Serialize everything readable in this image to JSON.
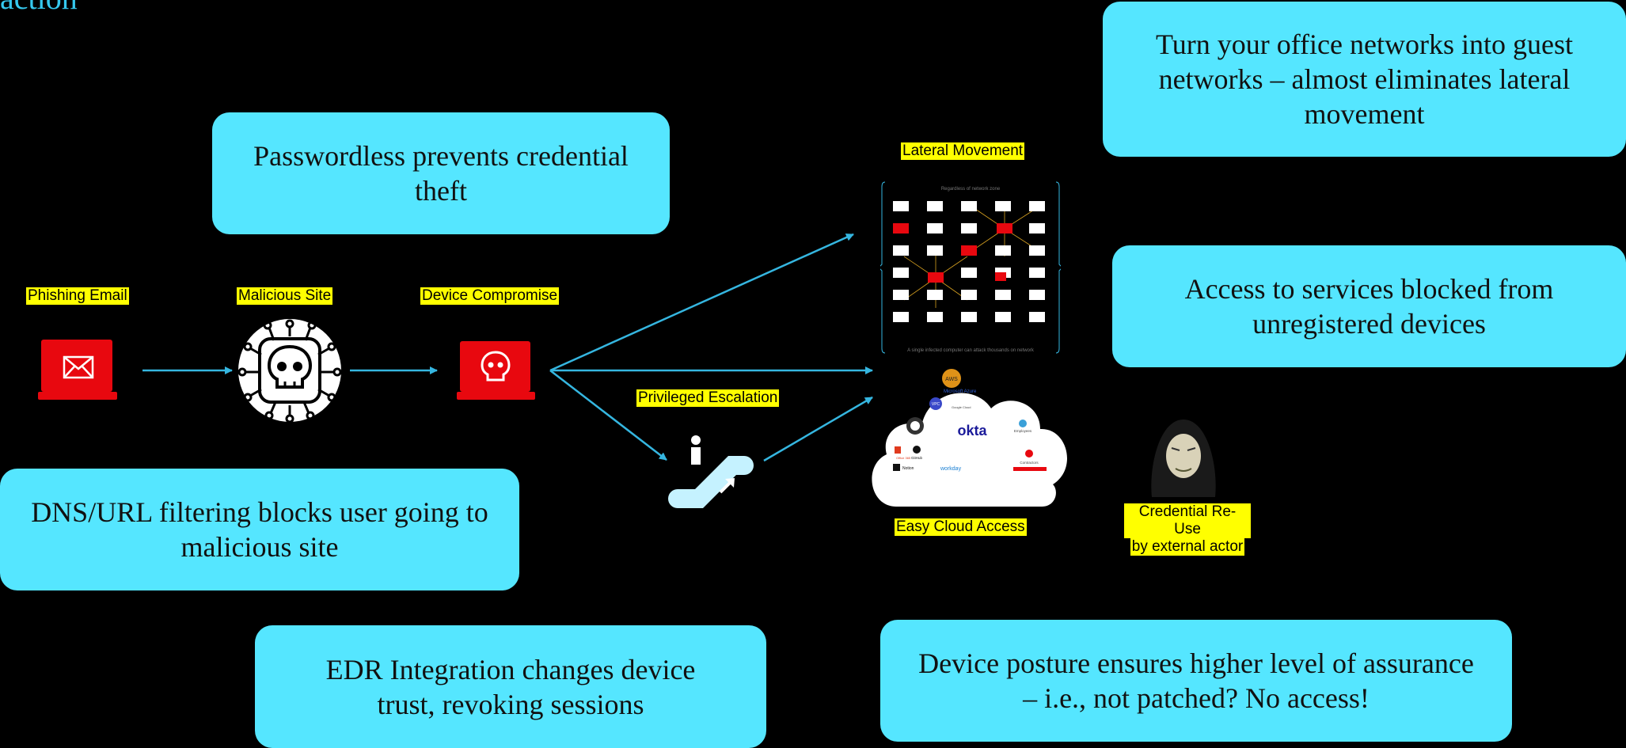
{
  "page_title": "action",
  "boxes": {
    "passwordless": "Passwordless prevents credential theft",
    "guest_networks": "Turn your office networks into guest networks – almost eliminates lateral movement",
    "access_blocked": "Access to services blocked from unregistered devices",
    "dns_filtering": "DNS/URL filtering blocks user going to malicious site",
    "edr": "EDR Integration changes device trust, revoking sessions",
    "device_posture": "Device posture ensures higher level of assurance – i.e., not patched? No access!"
  },
  "labels": {
    "phishing_email": "Phishing Email",
    "malicious_site": "Malicious Site",
    "device_compromise": "Device Compromise",
    "lateral_movement": "Lateral Movement",
    "privileged_escalation": "Privileged Escalation",
    "easy_cloud_access": "Easy Cloud Access",
    "credential_reuse_line1": "Credential Re-Use",
    "credential_reuse_line2": "by external actor"
  },
  "network_panel": {
    "header": "Regardless of network zone",
    "footer": "A single infected computer can attack thousands on network"
  },
  "cloud_logos": {
    "center": "okta",
    "items": [
      "AWS",
      "Microsoft Azure",
      "VPC",
      "Google Cloud",
      "Office 365",
      "GitHub",
      "Notion",
      "workday",
      "Employees",
      "Contractors"
    ]
  },
  "colors": {
    "background": "#000000",
    "box_fill": "#55e6ff",
    "label_highlight": "#ffff00",
    "arrow": "#35b6e0",
    "threat_red": "#e8080f",
    "title": "#35c8ee"
  },
  "icons": [
    "envelope-icon",
    "skull-circuit-icon",
    "skull-laptop-icon",
    "escalator-icon",
    "hacker-icon"
  ]
}
